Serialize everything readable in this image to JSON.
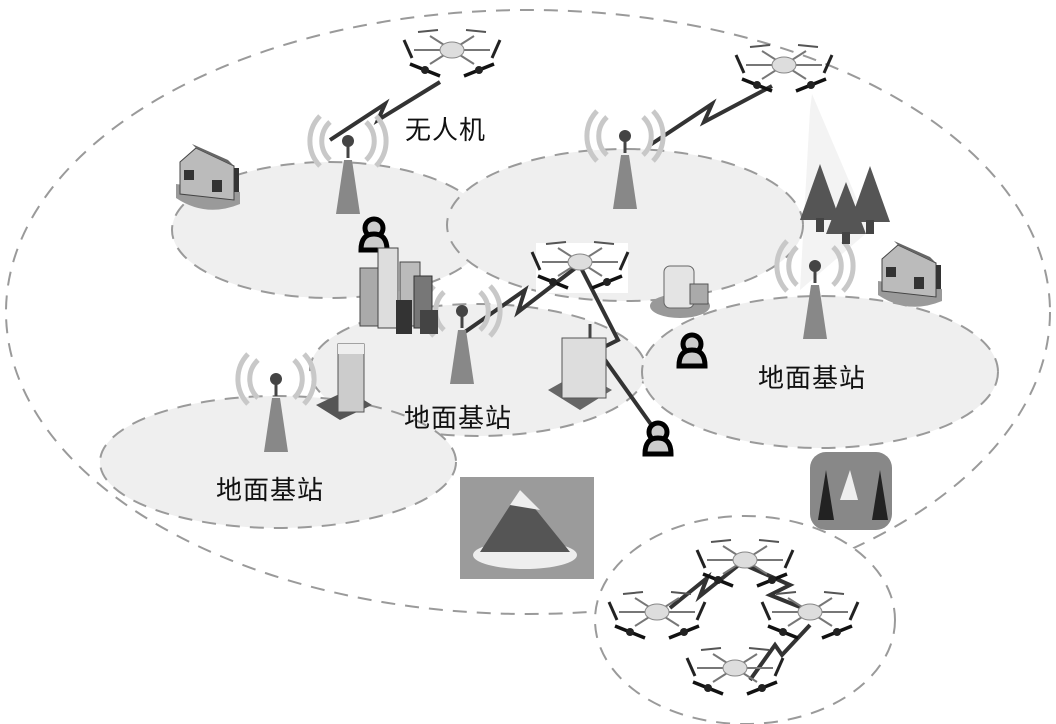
{
  "diagram": {
    "title_label": "无人机",
    "base_station_label": "地面基站",
    "labels": [
      {
        "id": "uav-label",
        "text": "无人机"
      },
      {
        "id": "bs-label-left",
        "text": "地面基站"
      },
      {
        "id": "bs-label-center",
        "text": "地面基站"
      },
      {
        "id": "bs-label-right",
        "text": "地面基站"
      }
    ],
    "nodes": {
      "uavs": [
        "uav-top-left",
        "uav-top-right",
        "uav-center-relay",
        "swarm-top",
        "swarm-left",
        "swarm-right",
        "swarm-bottom"
      ],
      "base_stations": [
        "bs-top-left",
        "bs-top-center",
        "bs-center",
        "bs-left",
        "bs-right"
      ],
      "users": [
        "user-top-left",
        "user-center-right",
        "user-bottom-center"
      ],
      "scenery": [
        "house-top-left",
        "house-right",
        "city-cluster",
        "office-tower-left",
        "office-building-center",
        "round-building",
        "trees",
        "mountain",
        "lake-scene"
      ]
    },
    "colors": {
      "coverage_fill": "#efefef",
      "dash_stroke": "#9a9a9a",
      "tower": "#8a8a8a",
      "link": "#333333",
      "text": "#111111"
    }
  }
}
